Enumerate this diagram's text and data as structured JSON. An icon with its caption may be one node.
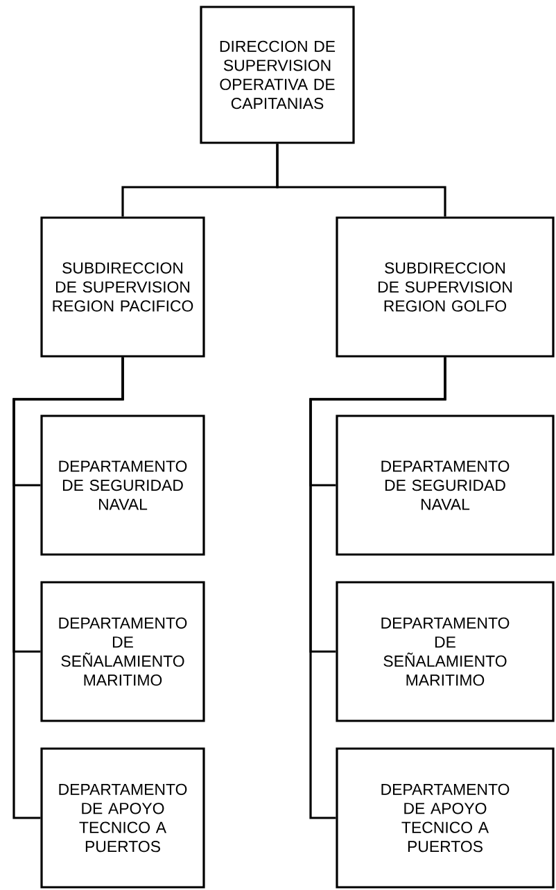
{
  "diagram": {
    "nodes": [
      {
        "text": [
          "DIRECCION DE SUPERVISION OPERATIVA DE CAPITANIAS"
        ]
      },
      {
        "text": [
          "SUBDIRECCION DE SUPERVISION REGION PACIFICO"
        ]
      },
      {
        "text": [
          "SUBDIRECCION DE SUPERVISION REGION GOLFO"
        ]
      },
      {
        "text": [
          "DEPARTAMENTO DE SEGURIDAD NAVAL"
        ]
      },
      {
        "text": [
          "DEPARTAMENTO DE SEÑALAMIENTO MARITIMO"
        ]
      },
      {
        "text": [
          "DEPARTAMENTO DE APOYO TECNICO A PUERTOS"
        ]
      },
      {
        "text": [
          "DEPARTAMENTO DE SEGURIDAD NAVAL"
        ]
      },
      {
        "text": [
          "DEPARTAMENTO DE SEÑALAMIENTO MARITIMO"
        ]
      },
      {
        "text": [
          "DEPARTAMENTO DE APOYO TECNICO A PUERTOS"
        ]
      }
    ],
    "edges": [
      {
        "from": 0,
        "to": 1,
        "arrow": "none"
      },
      {
        "from": 0,
        "to": 2,
        "arrow": "none"
      },
      {
        "from": 1,
        "to": 3,
        "arrow": "none"
      },
      {
        "from": 1,
        "to": 4,
        "arrow": "none"
      },
      {
        "from": 1,
        "to": 5,
        "arrow": "none"
      },
      {
        "from": 2,
        "to": 6,
        "arrow": "none"
      },
      {
        "from": 2,
        "to": 7,
        "arrow": "none"
      },
      {
        "from": 2,
        "to": 8,
        "arrow": "none"
      }
    ]
  }
}
